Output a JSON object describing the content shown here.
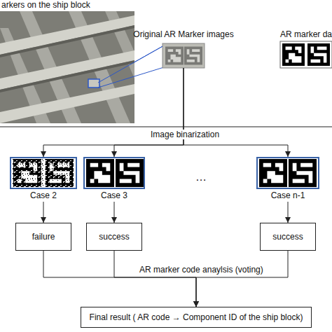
{
  "diagram": {
    "nodes": [
      {
        "text": [
          "arkers on the ship block"
        ]
      },
      {
        "text": [
          "Original AR Marker images"
        ]
      },
      {
        "text": [
          "AR marker da"
        ]
      },
      {
        "text": [
          "Case 2"
        ]
      },
      {
        "text": [
          "Case 3"
        ]
      },
      {
        "text": [
          "Case n-1"
        ]
      },
      {
        "text": [
          "failure"
        ]
      },
      {
        "text": [
          "success"
        ]
      },
      {
        "text": [
          "success"
        ]
      },
      {
        "text": [
          "Final result ( AR code → Component ID of the ship block)"
        ]
      }
    ],
    "edges": [
      {
        "from": 0,
        "to": 1,
        "arrow": "none"
      },
      {
        "from": 1,
        "to": 3,
        "arrow": "to"
      },
      {
        "from": 1,
        "to": 4,
        "arrow": "to"
      },
      {
        "from": 1,
        "to": 5,
        "arrow": "to"
      },
      {
        "from": 3,
        "to": 6,
        "arrow": "to"
      },
      {
        "from": 4,
        "to": 7,
        "arrow": "to"
      },
      {
        "from": 5,
        "to": 8,
        "arrow": "to"
      },
      {
        "from": 6,
        "to": 9,
        "arrow": "to"
      },
      {
        "from": 7,
        "to": 9,
        "arrow": "to"
      },
      {
        "from": 8,
        "to": 9,
        "arrow": "to"
      }
    ],
    "labels": [
      "Image binarization",
      "…",
      "AR marker code anaylsis (voting)"
    ]
  }
}
